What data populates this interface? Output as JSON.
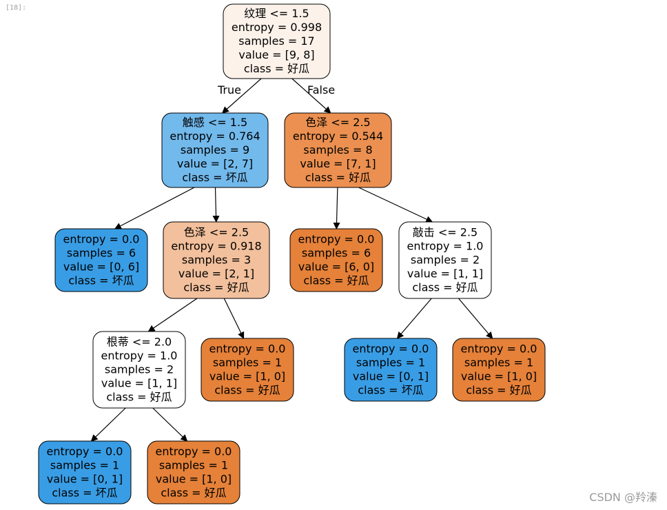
{
  "cell_label": "[18]:",
  "watermark": "CSDN @羚溱",
  "edge_labels": {
    "true_label": "True",
    "false_label": "False"
  },
  "colors": {
    "orange_strong": "#e58139",
    "orange_medium": "#eb9050",
    "orange_light": "#f2c09c",
    "orange_faint": "#fdf2ea",
    "blue_strong": "#399de5",
    "blue_medium": "#72b9ec",
    "white": "#ffffff"
  },
  "nodes": [
    {
      "id": "n0",
      "color": "orange_faint",
      "lines": [
        "纹理 <= 1.5",
        "entropy = 0.998",
        "samples = 17",
        "value = [9, 8]",
        "class = 好瓜"
      ]
    },
    {
      "id": "n1",
      "color": "blue_medium",
      "lines": [
        "触感 <= 1.5",
        "entropy = 0.764",
        "samples = 9",
        "value = [2, 7]",
        "class = 坏瓜"
      ]
    },
    {
      "id": "n2",
      "color": "orange_medium",
      "lines": [
        "色泽 <= 2.5",
        "entropy = 0.544",
        "samples = 8",
        "value = [7, 1]",
        "class = 好瓜"
      ]
    },
    {
      "id": "n3",
      "color": "blue_strong",
      "lines": [
        "entropy = 0.0",
        "samples = 6",
        "value = [0, 6]",
        "class = 坏瓜"
      ]
    },
    {
      "id": "n4",
      "color": "orange_light",
      "lines": [
        "色泽 <= 2.5",
        "entropy = 0.918",
        "samples = 3",
        "value = [2, 1]",
        "class = 好瓜"
      ]
    },
    {
      "id": "n5",
      "color": "orange_strong",
      "lines": [
        "entropy = 0.0",
        "samples = 6",
        "value = [6, 0]",
        "class = 好瓜"
      ]
    },
    {
      "id": "n6",
      "color": "white",
      "lines": [
        "敲击 <= 2.5",
        "entropy = 1.0",
        "samples = 2",
        "value = [1, 1]",
        "class = 好瓜"
      ]
    },
    {
      "id": "n7",
      "color": "white",
      "lines": [
        "根蒂 <= 2.0",
        "entropy = 1.0",
        "samples = 2",
        "value = [1, 1]",
        "class = 好瓜"
      ]
    },
    {
      "id": "n8",
      "color": "orange_strong",
      "lines": [
        "entropy = 0.0",
        "samples = 1",
        "value = [1, 0]",
        "class = 好瓜"
      ]
    },
    {
      "id": "n9",
      "color": "blue_strong",
      "lines": [
        "entropy = 0.0",
        "samples = 1",
        "value = [0, 1]",
        "class = 坏瓜"
      ]
    },
    {
      "id": "n10",
      "color": "orange_strong",
      "lines": [
        "entropy = 0.0",
        "samples = 1",
        "value = [1, 0]",
        "class = 好瓜"
      ]
    },
    {
      "id": "n11",
      "color": "blue_strong",
      "lines": [
        "entropy = 0.0",
        "samples = 1",
        "value = [0, 1]",
        "class = 坏瓜"
      ]
    },
    {
      "id": "n12",
      "color": "orange_strong",
      "lines": [
        "entropy = 0.0",
        "samples = 1",
        "value = [1, 0]",
        "class = 好瓜"
      ]
    }
  ],
  "edges": [
    {
      "from": "n0",
      "to": "n1"
    },
    {
      "from": "n0",
      "to": "n2"
    },
    {
      "from": "n1",
      "to": "n3"
    },
    {
      "from": "n1",
      "to": "n4"
    },
    {
      "from": "n2",
      "to": "n5"
    },
    {
      "from": "n2",
      "to": "n6"
    },
    {
      "from": "n4",
      "to": "n7"
    },
    {
      "from": "n4",
      "to": "n8"
    },
    {
      "from": "n6",
      "to": "n9"
    },
    {
      "from": "n6",
      "to": "n10"
    },
    {
      "from": "n7",
      "to": "n11"
    },
    {
      "from": "n7",
      "to": "n12"
    }
  ]
}
